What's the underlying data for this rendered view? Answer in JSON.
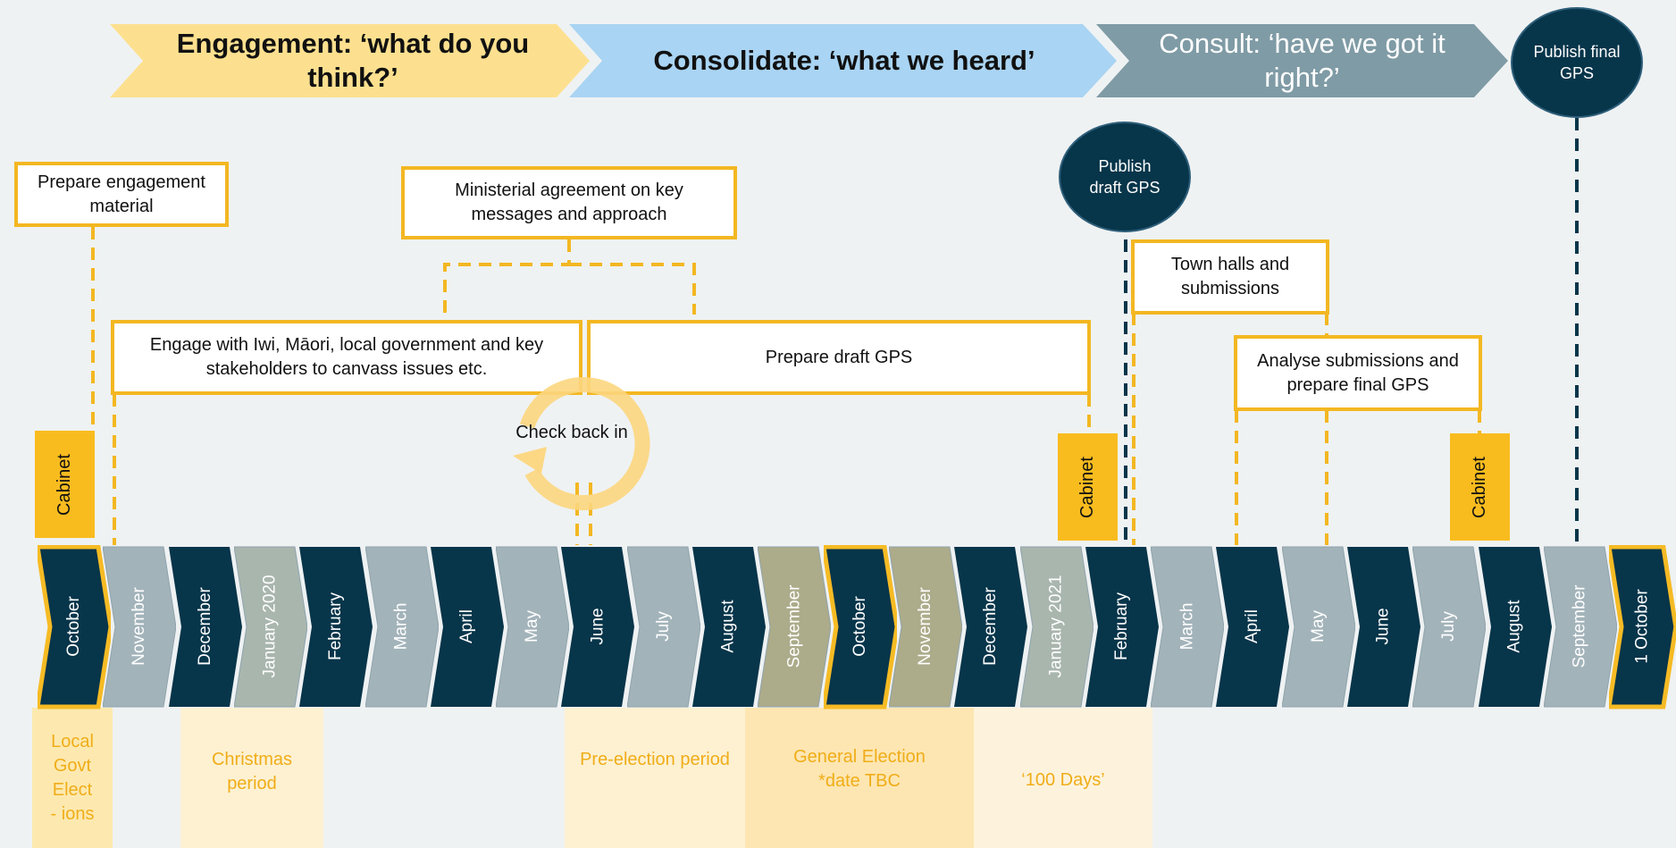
{
  "phases": {
    "engagement": {
      "line1": "Engagement: ‘what do you",
      "line2": "think?’",
      "color": "#fde08f"
    },
    "consolidate": {
      "label": "Consolidate: ‘what we heard’",
      "color": "#a9d4f3"
    },
    "consult": {
      "line1": "Consult: ‘have we got it",
      "line2": "right?’",
      "color": "#7f9ba5"
    }
  },
  "milestones": {
    "publish_final": "Publish final GPS",
    "publish_draft": "Publish draft GPS"
  },
  "tasks": {
    "prepare_engagement": "Prepare engagement material",
    "ministerial": "Ministerial agreement on key messages and approach",
    "engage_iwi": "Engage with Iwi, Māori, local government and key stakeholders to canvass issues etc.",
    "prepare_draft": "Prepare draft GPS",
    "town_halls": "Town halls and submissions",
    "analyse": "Analyse submissions and prepare final GPS",
    "check_back": "Check back in"
  },
  "cabinet_label": "Cabinet",
  "timeline": [
    "October",
    "November",
    "December",
    "January 2020",
    "February",
    "March",
    "April",
    "May",
    "June",
    "July",
    "August",
    "September",
    "October",
    "November",
    "December",
    "January 2021",
    "February",
    "March",
    "April",
    "May",
    "June",
    "July",
    "August",
    "September",
    "1 October"
  ],
  "periods": {
    "local_govt": "Local Govt Elect- ions",
    "christmas": "Christmas period",
    "pre_election": "Pre-election period",
    "general_election": "General Election *date TBC",
    "hundred_days": "‘100 Days’"
  },
  "colors": {
    "dark": "#07354a",
    "light": "#a3b3ba",
    "sage": "#a9b6ae",
    "olive": "#acab8a",
    "gold": "#f3b722",
    "highlight_border": "#f6bb24"
  }
}
